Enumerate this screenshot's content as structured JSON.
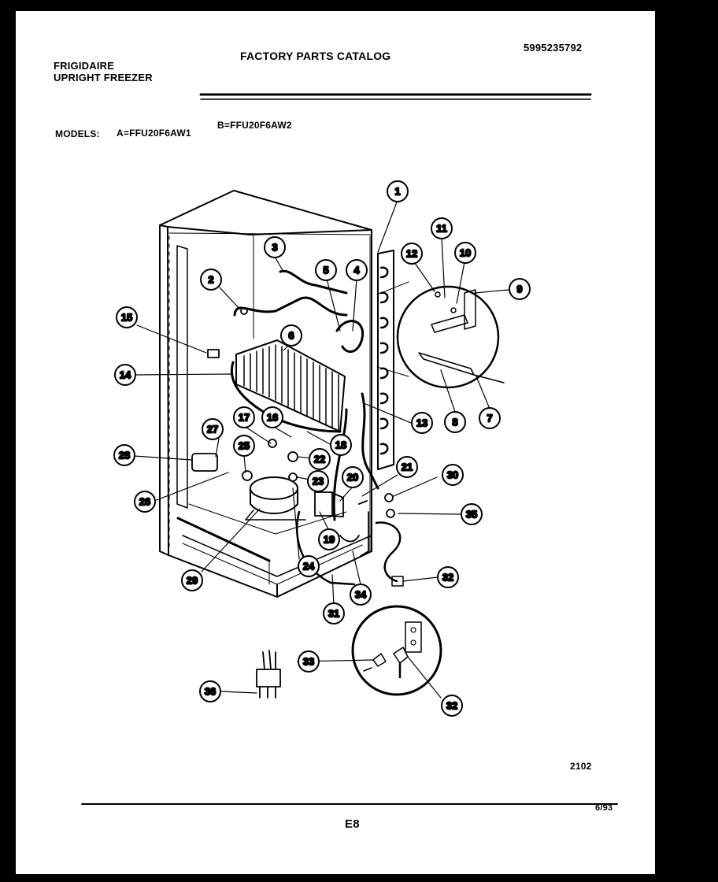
{
  "header": {
    "brand": "FRIGIDAIRE",
    "product": "UPRIGHT FREEZER",
    "catalog_title": "FACTORY PARTS CATALOG",
    "catalog_number": "5995235792"
  },
  "models": {
    "label": "MODELS:",
    "a": "A=FFU20F6AW1",
    "b": "B=FFU20F6AW2"
  },
  "callouts": [
    "1",
    "2",
    "3",
    "4",
    "5",
    "6",
    "7",
    "8",
    "9",
    "10",
    "11",
    "12",
    "13",
    "14",
    "15",
    "16",
    "17",
    "18",
    "19",
    "20",
    "21",
    "22",
    "23",
    "24",
    "25",
    "26",
    "27",
    "28",
    "29",
    "30",
    "31",
    "32",
    "33",
    "34",
    "35",
    "36",
    "32"
  ],
  "footer": {
    "diagram_number": "2102",
    "page": "E8",
    "date": "6/93"
  }
}
